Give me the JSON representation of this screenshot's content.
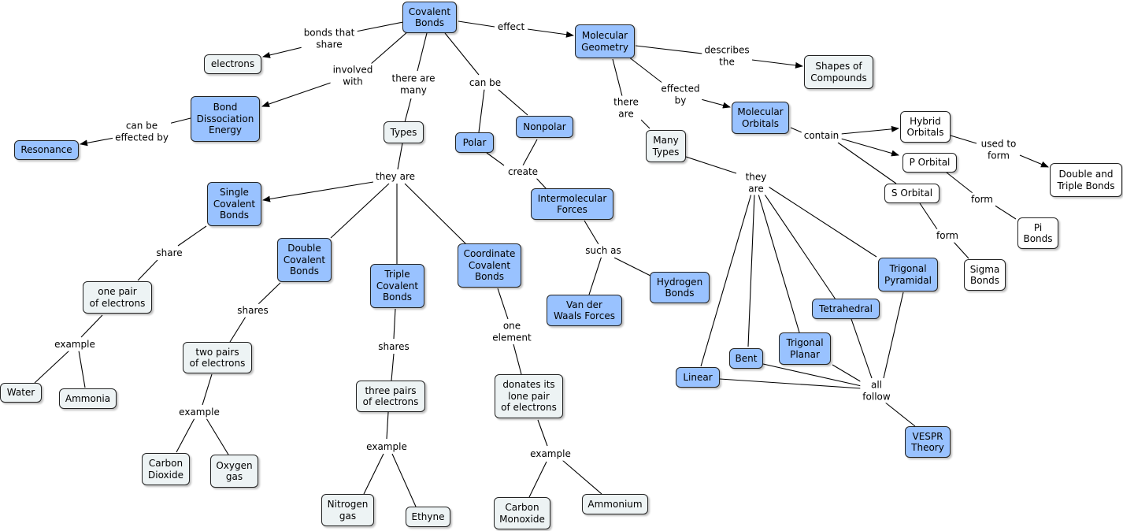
{
  "nodes": {
    "covalent_bonds": "Covalent\nBonds",
    "molecular_geometry": "Molecular\nGeometry",
    "shapes_of_compounds": "Shapes of\nCompounds",
    "electrons": "electrons",
    "bond_dissociation_energy": "Bond\nDissociation\nEnergy",
    "resonance": "Resonance",
    "types": "Types",
    "polar": "Polar",
    "nonpolar": "Nonpolar",
    "molecular_orbitals": "Molecular\nOrbitals",
    "many_types": "Many\nTypes",
    "hybrid_orbitals": "Hybrid\nOrbitals",
    "p_orbital": "P Orbital",
    "s_orbital": "S Orbital",
    "double_triple_bonds": "Double and\nTriple Bonds",
    "pi_bonds": "Pi\nBonds",
    "sigma_bonds": "Sigma\nBonds",
    "single_covalent_bonds": "Single\nCovalent\nBonds",
    "double_covalent_bonds": "Double\nCovalent\nBonds",
    "triple_covalent_bonds": "Triple\nCovalent\nBonds",
    "coordinate_covalent_bonds": "Coordinate\nCovalent\nBonds",
    "intermolecular_forces": "Intermolecular\nForces",
    "hydrogen_bonds": "Hydrogen\nBonds",
    "van_der_waals": "Van der\nWaals Forces",
    "one_pair": "one pair\nof electrons",
    "two_pairs": "two pairs\nof electrons",
    "three_pairs": "three pairs\nof electrons",
    "donates": "donates its\nlone pair\nof electrons",
    "water": "Water",
    "ammonia": "Ammonia",
    "carbon_dioxide": "Carbon\nDioxide",
    "oxygen_gas": "Oxygen\ngas",
    "nitrogen_gas": "Nitrogen\ngas",
    "ethyne": "Ethyne",
    "carbon_monoxide": "Carbon\nMonoxide",
    "ammonium": "Ammonium",
    "trigonal_pyramidal": "Trigonal\nPyramidal",
    "tetrahedral": "Tetrahedral",
    "trigonal_planar": "Trigonal\nPlanar",
    "bent": "Bent",
    "linear": "Linear",
    "vespr_theory": "VESPR\nTheory"
  },
  "links": {
    "bonds_that_share": "bonds that\nshare",
    "involved_with": "involved\nwith",
    "there_are_many": "there are\nmany",
    "can_be": "can be",
    "effect": "effect",
    "describes_the": "describes\nthe",
    "effected_by": "effected\nby",
    "there_are": "there\nare",
    "can_be_effected_by": "can be\neffected by",
    "contain": "contain",
    "used_to_form": "used to\nform",
    "form_pi": "form",
    "form_sigma": "form",
    "create": "create",
    "they_are_types": "they are",
    "they_are_shapes": "they\nare",
    "share": "share",
    "shares_double": "shares",
    "shares_triple": "shares",
    "one_element": "one\nelement",
    "such_as": "such as",
    "example_single": "example",
    "example_double": "example",
    "example_triple": "example",
    "example_coord": "example",
    "all_follow": "all\nfollow"
  }
}
